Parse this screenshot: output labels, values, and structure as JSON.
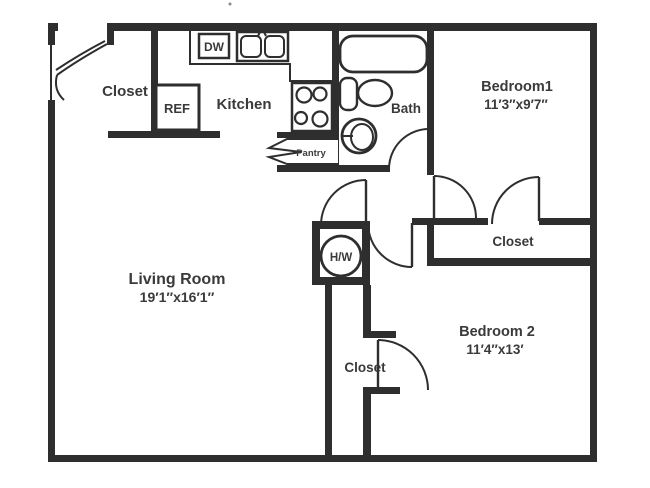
{
  "floor_plan": {
    "rooms": {
      "entry_closet": {
        "label": "Closet"
      },
      "kitchen": {
        "label": "Kitchen"
      },
      "bath": {
        "label": "Bath"
      },
      "bedroom1": {
        "label": "Bedroom1",
        "dimensions": "11′3″x9′7″"
      },
      "bedroom1_closet": {
        "label": "Closet"
      },
      "living_room": {
        "label": "Living Room",
        "dimensions": "19′1″x16′1″"
      },
      "bedroom2": {
        "label": "Bedroom 2",
        "dimensions": "11′4″x13′"
      },
      "bedroom2_closet": {
        "label": "Closet"
      }
    },
    "fixtures": {
      "dishwasher": "DW",
      "refrigerator": "REF",
      "pantry": "Pantry",
      "water_heater": "H/W"
    },
    "colors": {
      "wall": "#2e2e2e",
      "label": "#3a3a3a",
      "background": "#ffffff"
    }
  }
}
